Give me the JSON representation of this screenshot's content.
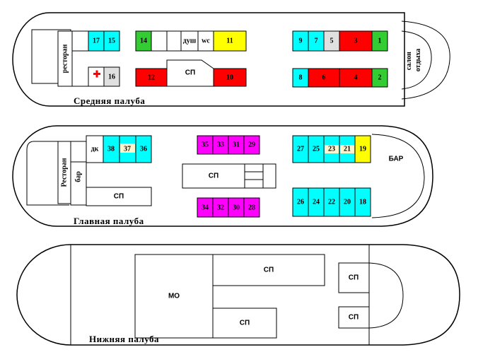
{
  "colors": {
    "cyan": "#00FFFF",
    "green": "#33CC33",
    "red": "#FF0000",
    "yellow": "#FFFF00",
    "magenta": "#FF00FF",
    "grey": "#E0E0E0",
    "cream": "#FFF5CC",
    "white": "#FFFFFF",
    "cross": "#FF0000"
  },
  "decks": {
    "middle": {
      "title": "Средняя палуба",
      "restaurant": "ресторан",
      "salon_line1": "салон",
      "salon_line2": "отдыха",
      "cabins": {
        "c17": "17",
        "c15": "15",
        "c16": "16",
        "c14": "14",
        "shower": "душ",
        "wc": "wc",
        "c11": "11",
        "c12": "12",
        "sp": "СП",
        "c10": "10",
        "c9": "9",
        "c7": "7",
        "c5": "5",
        "c3": "3",
        "c1": "1",
        "c8": "8",
        "c6": "6",
        "c4": "4",
        "c2": "2"
      }
    },
    "main": {
      "title": "Главная палуба",
      "restaurant": "Ресторан",
      "bar_left": "бар",
      "dk": "дк",
      "sp_left": "СП",
      "sp_center": "СП",
      "bar_right": "БАР",
      "cabins": {
        "c38": "38",
        "c37": "37",
        "c36": "36",
        "c35": "35",
        "c33": "33",
        "c31": "31",
        "c29": "29",
        "c34": "34",
        "c32": "32",
        "c30": "30",
        "c28": "28",
        "c27": "27",
        "c25": "25",
        "c23": "23",
        "c21": "21",
        "c19": "19",
        "c26": "26",
        "c24": "24",
        "c22": "22",
        "c20": "20",
        "c18": "18"
      }
    },
    "lower": {
      "title": "Нижняя палуба",
      "mo": "МО",
      "sp1": "СП",
      "sp2": "СП",
      "sp3": "СП",
      "sp4": "СП"
    }
  }
}
